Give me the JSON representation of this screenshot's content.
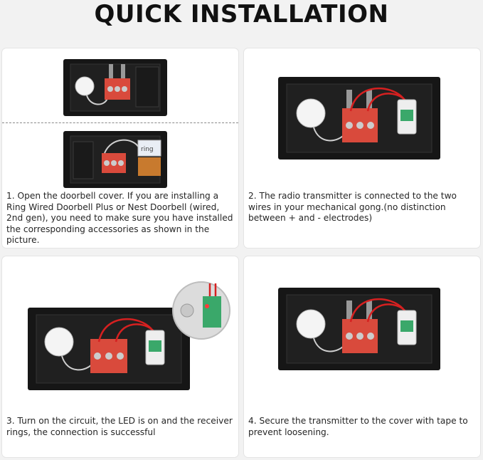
{
  "title": "QUICK INSTALLATION",
  "steps": [
    {
      "caption": "1. Open the doorbell cover. If you are installing a Ring Wired Doorbell Plus or Nest Doorbell (wired, 2nd gen), you need to make sure you have installed the corresponding accessories as shown in the picture.",
      "accessory_label": "ring"
    },
    {
      "caption": "2. The radio transmitter is connected to the two wires in your mechanical gong.(no distinction between + and - electrodes)"
    },
    {
      "caption": "3. Turn on the circuit, the LED is on and the receiver rings, the connection is successful"
    },
    {
      "caption": "4. Secure the transmitter to the cover with tape to prevent loosening."
    }
  ],
  "colors": {
    "board": "#161616",
    "terminal": "#e04a3c",
    "wire": "#d62020",
    "module": "#3aa86a"
  }
}
